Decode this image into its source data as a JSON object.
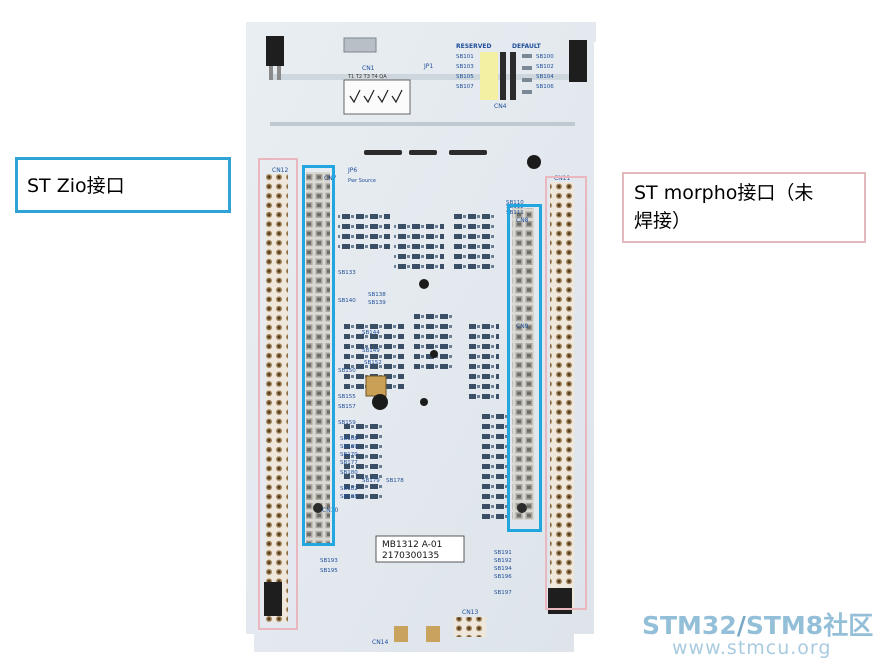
{
  "callouts": {
    "zio": "ST Zio接口",
    "morpho_line1": "ST morpho接口（未",
    "morpho_line2": "焊接）"
  },
  "board": {
    "model_line1": "MB1312 A-01",
    "model_line2": "2170300135",
    "header_reserved": "RESERVED",
    "header_default": "DEFAULT",
    "cn1": "CN1",
    "jp1": "JP1",
    "cn4": "CN4",
    "cn12": "CN12",
    "cn11": "CN11",
    "cn7": "CN7",
    "cn8": "CN8",
    "cn9": "CN9",
    "cn10": "CN10",
    "cn13": "CN13",
    "cn14": "CN14",
    "jp6": "JP6",
    "pwr_source": "Pwr Source",
    "checklist": "T1 T2 T3 T4 QA",
    "sb_labels": [
      "SB101",
      "SB103",
      "SB105",
      "SB107",
      "SB100",
      "SB102",
      "SB104",
      "SB106",
      "SB144",
      "SB149",
      "SB133",
      "SB138",
      "SB139",
      "SB140",
      "SB150",
      "SB152",
      "SB155",
      "SB157",
      "SB159",
      "SB168",
      "SB169",
      "SB170",
      "SB177",
      "SB180",
      "SB179",
      "SB178",
      "SB182",
      "SB188",
      "SB193",
      "SB195",
      "SB191",
      "SB192",
      "SB194",
      "SB196",
      "SB197",
      "SB110",
      "SB111",
      "SB112"
    ]
  },
  "watermark": {
    "stm32": "STM32",
    "slash": "/",
    "stm8": "STM8",
    "community": "社区",
    "url": "www.stmcu.org"
  }
}
